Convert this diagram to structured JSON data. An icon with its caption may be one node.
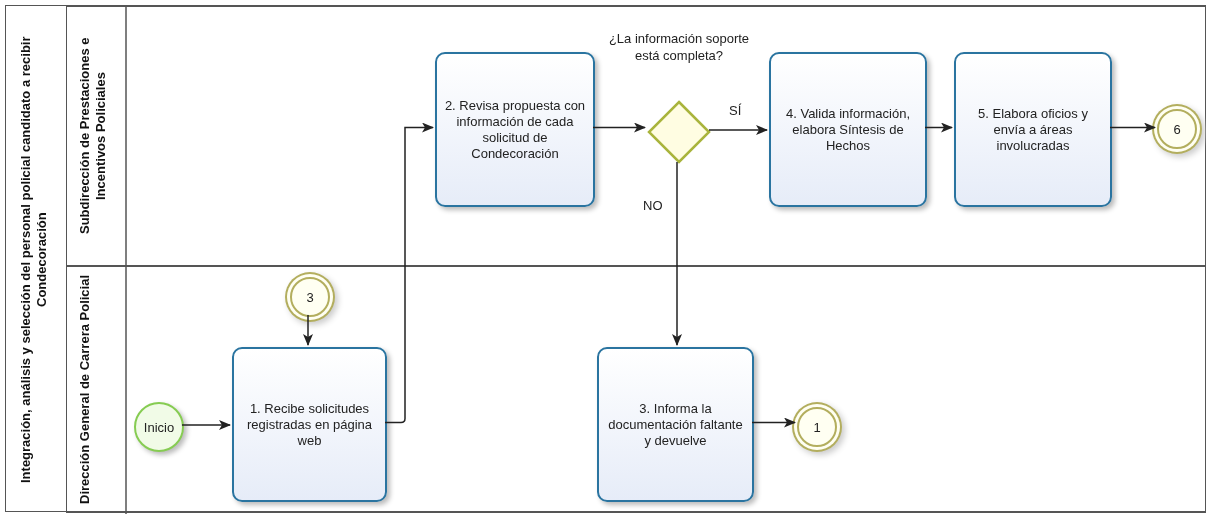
{
  "diagram": {
    "nodes": [
      {
        "text": [
          "Integración, análisis y selección del personal policial candidato a recibir Condecoración"
        ]
      },
      {
        "text": [
          "Subdirección de Prestaciones e Incentivos Policiales"
        ],
        "in": 0
      },
      {
        "text": [
          "Dirección General de Carrera Policial"
        ],
        "in": 0
      },
      {
        "text": [
          "2. Revisa propuesta con información de cada solicitud de Condecoración"
        ],
        "in": 1
      },
      {
        "text": [
          "¿La información soporte está completa?"
        ],
        "in": 1
      },
      {
        "text": [
          "4. Valida información, elabora Síntesis de Hechos"
        ],
        "in": 1
      },
      {
        "text": [
          "5. Elabora oficios y envía a áreas involucradas"
        ],
        "in": 1
      },
      {
        "text": [
          "6"
        ],
        "in": 1
      },
      {
        "text": [
          "3"
        ],
        "in": 2
      },
      {
        "text": [
          "Inicio"
        ],
        "in": 2
      },
      {
        "text": [
          "1. Recibe solicitudes registradas en página web"
        ],
        "in": 2
      },
      {
        "text": [
          "3. Informa la documentación faltante y devuelve"
        ],
        "in": 2
      },
      {
        "text": [
          "1"
        ],
        "in": 2
      }
    ],
    "edges": [
      {
        "from": 9,
        "to": 10,
        "arrow": "to"
      },
      {
        "from": 8,
        "to": 10,
        "arrow": "to"
      },
      {
        "from": 10,
        "to": 3,
        "arrow": "to"
      },
      {
        "from": 3,
        "to": 4,
        "arrow": "to"
      },
      {
        "from": 4,
        "to": 5,
        "arrow": "to",
        "label": "SÍ"
      },
      {
        "from": 5,
        "to": 6,
        "arrow": "to"
      },
      {
        "from": 6,
        "to": 7,
        "arrow": "to"
      },
      {
        "from": 4,
        "to": 11,
        "arrow": "to",
        "label": "NO"
      },
      {
        "from": 11,
        "to": 12,
        "arrow": "to"
      }
    ]
  }
}
